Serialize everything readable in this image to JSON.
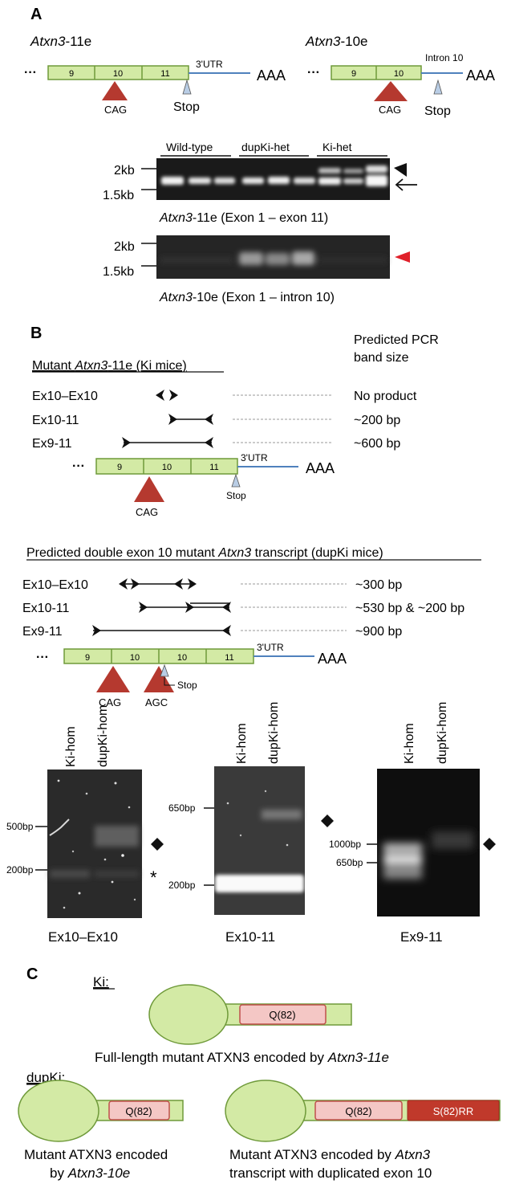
{
  "panels": {
    "a": "A",
    "b": "B",
    "c": "C"
  },
  "panel_a": {
    "transcript_11e": {
      "gene": "Atxn3",
      "suffix": "-11e",
      "ellipsis": "···",
      "exons": [
        "9",
        "10",
        "11"
      ],
      "utr": "3'UTR",
      "polya": "AAA",
      "cag": "CAG",
      "stop": "Stop"
    },
    "transcript_10e": {
      "gene": "Atxn3",
      "suffix": "-10e",
      "ellipsis": "···",
      "exons": [
        "9",
        "10"
      ],
      "intron": "Intron 10",
      "polya": "AAA",
      "cag": "CAG",
      "stop": "Stop"
    },
    "gel1": {
      "groups": [
        "Wild-type",
        "dupKi-het",
        "Ki-het"
      ],
      "markers": [
        "2kb",
        "1.5kb"
      ],
      "caption_gene": "Atxn3",
      "caption_rest": "-11e (Exon 1 – exon 11)"
    },
    "gel2": {
      "markers": [
        "2kb",
        "1.5kb"
      ],
      "caption_gene": "Atxn3",
      "caption_rest": "-10e (Exon 1 – intron 10)"
    }
  },
  "panel_b": {
    "predicted_header_1": "Predicted PCR",
    "predicted_header_2": "band size",
    "ki_title_pre": "Mutant ",
    "ki_title_gene": "Atxn3",
    "ki_title_post": "-11e (Ki mice)",
    "ki_primers": [
      {
        "name": "Ex10–Ex10",
        "size": "No product"
      },
      {
        "name": "Ex10-11",
        "size": "~200 bp"
      },
      {
        "name": "Ex9-11",
        "size": "~600 bp"
      }
    ],
    "ki_transcript": {
      "ellipsis": "···",
      "exons": [
        "9",
        "10",
        "11"
      ],
      "utr": "3'UTR",
      "polya": "AAA",
      "cag": "CAG",
      "stop": "Stop"
    },
    "dup_title_pre": "Predicted double exon 10 mutant ",
    "dup_title_gene": "Atxn3",
    "dup_title_post": " transcript (dupKi mice)",
    "dup_primers": [
      {
        "name": "Ex10–Ex10",
        "size": "~300 bp"
      },
      {
        "name": "Ex10-11",
        "size": "~530 bp & ~200 bp"
      },
      {
        "name": "Ex9-11",
        "size": "~900 bp"
      }
    ],
    "dup_transcript": {
      "ellipsis": "···",
      "exons": [
        "9",
        "10",
        "10",
        "11"
      ],
      "utr": "3'UTR",
      "polya": "AAA",
      "cag": "CAG",
      "agc": "AGC",
      "stop": "Stop"
    },
    "gels": [
      {
        "lanes": [
          "Ki-hom",
          "dupKi-hom"
        ],
        "markers": [
          "500bp",
          "200bp"
        ],
        "caption": "Ex10–Ex10",
        "asterisk": "*"
      },
      {
        "lanes": [
          "Ki-hom",
          "dupKi-hom"
        ],
        "markers": [
          "650bp",
          "200bp"
        ],
        "caption": "Ex10-11"
      },
      {
        "lanes": [
          "Ki-hom",
          "dupKi-hom"
        ],
        "markers": [
          "1000bp",
          "650bp"
        ],
        "caption": "Ex9-11"
      }
    ]
  },
  "panel_c": {
    "ki_label": "Ki:",
    "ki_q": "Q(82)",
    "ki_caption_pre": "Full-length mutant ATXN3  encoded by ",
    "ki_caption_gene": "Atxn3-11e",
    "dup_label": "dupKi:",
    "dup1_q": "Q(82)",
    "dup1_caption_1": "Mutant ATXN3 encoded",
    "dup1_caption_2_pre": "by ",
    "dup1_caption_2_gene": "Atxn3-10e",
    "dup2_q": "Q(82)",
    "dup2_s": "S(82)RR",
    "dup2_caption_1_pre": "Mutant ATXN3 encoded by ",
    "dup2_caption_1_gene": "Atxn3",
    "dup2_caption_2": "transcript with duplicated exon 10"
  },
  "colors": {
    "exon_fill": "#d3eaa5",
    "exon_stroke": "#6f9a3a",
    "utr_line": "#4f81bd",
    "cag_triangle": "#b5392f",
    "stop_triangle": "#b9cde5",
    "q_fill": "#f4c7c5",
    "q_stroke": "#c0504d",
    "s_fill": "#c0392b",
    "red_marker": "#e0202a"
  }
}
